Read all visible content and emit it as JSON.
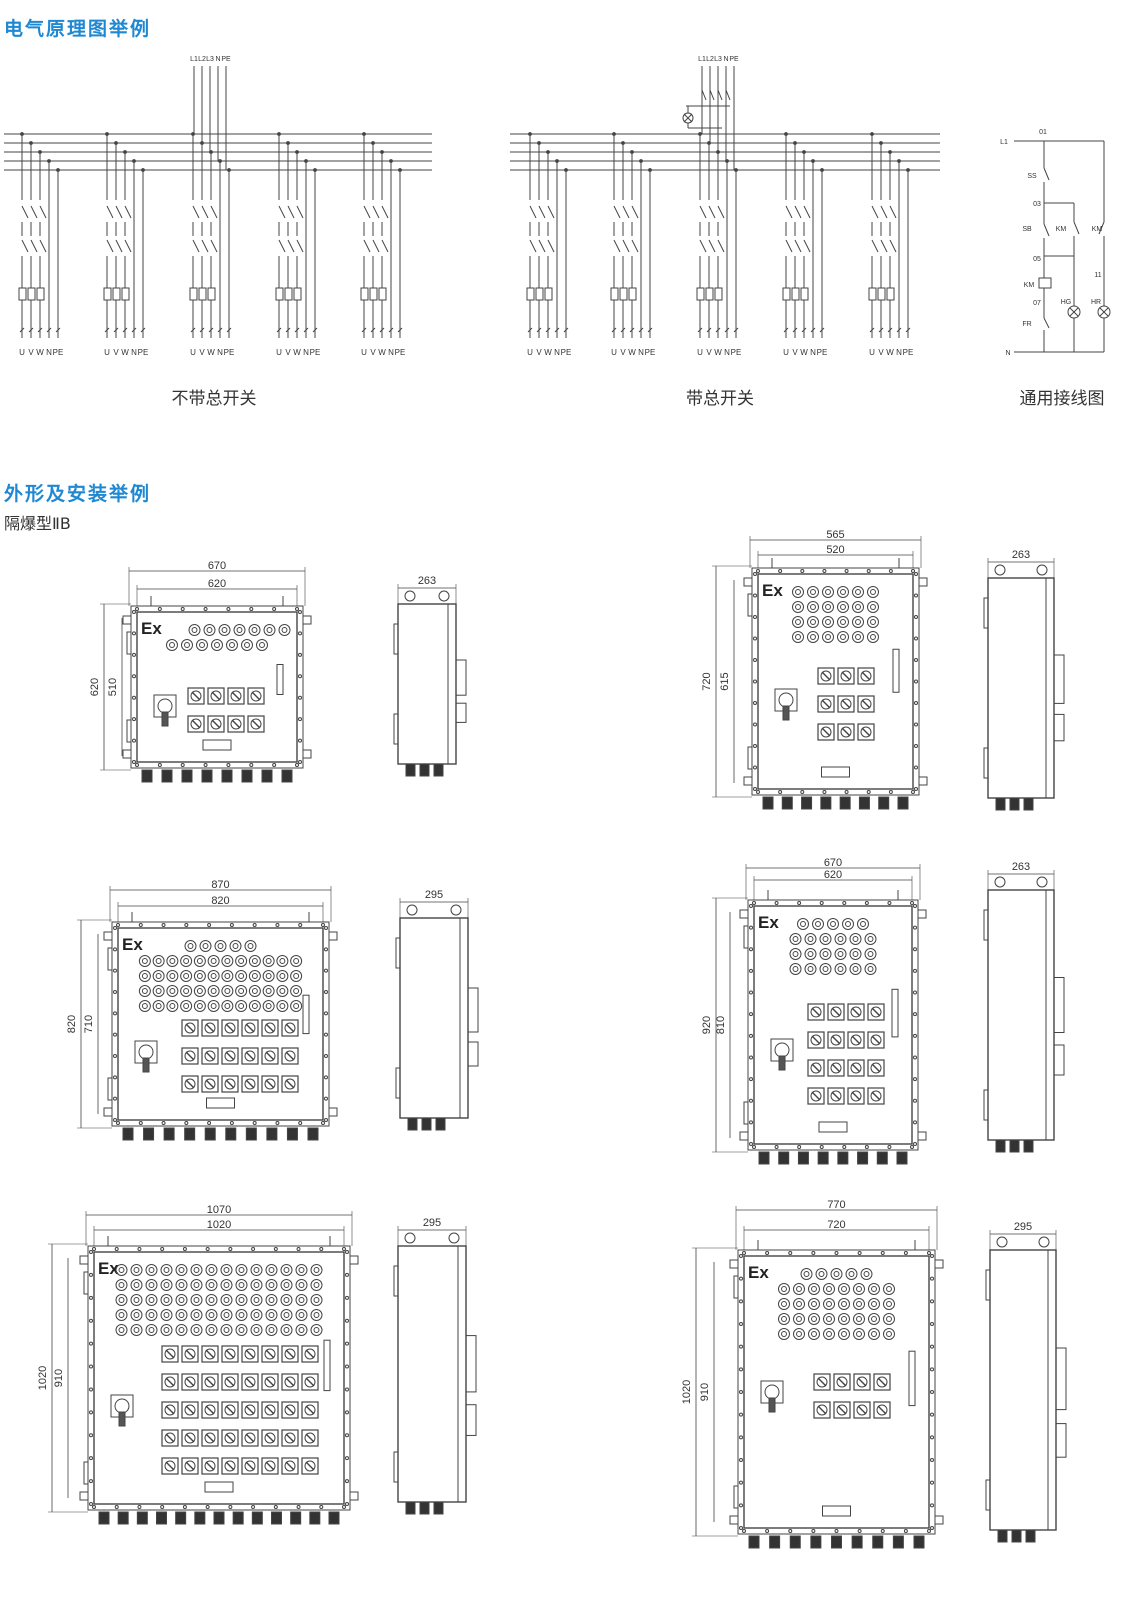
{
  "section1": {
    "title": "电气原理图举例",
    "captions": [
      "不带总开关",
      "带总开关",
      "通用接线图"
    ],
    "bus_labels": [
      "L1",
      "L2",
      "L3",
      "N",
      "PE"
    ],
    "outlet_labels": [
      "U",
      "V",
      "W",
      "N",
      "PE"
    ],
    "control": {
      "line": "L1",
      "neutral": "N",
      "nodes": [
        "01",
        "03",
        "05",
        "07",
        "11"
      ],
      "components": [
        "SS",
        "SB",
        "KM",
        "KM",
        "KM",
        "FR",
        "HG",
        "HR"
      ]
    }
  },
  "section2": {
    "title": "外形及安装举例",
    "subtitle": "隔爆型ⅡB",
    "ex_mark": "Ex",
    "enclosures": [
      {
        "w_outer": "670",
        "w_inner": "620",
        "h_outer": "620",
        "h_inner": "510",
        "depth": "263"
      },
      {
        "w_outer": "565",
        "w_inner": "520",
        "h_outer": "720",
        "h_inner": "615",
        "depth": "263"
      },
      {
        "w_outer": "870",
        "w_inner": "820",
        "h_outer": "820",
        "h_inner": "710",
        "depth": "295"
      },
      {
        "w_outer": "670",
        "w_inner": "620",
        "h_outer": "920",
        "h_inner": "810",
        "depth": "263"
      },
      {
        "w_outer": "1070",
        "w_inner": "1020",
        "h_outer": "1020",
        "h_inner": "910",
        "depth": "295"
      },
      {
        "w_outer": "770",
        "w_inner": "720",
        "h_outer": "1020",
        "h_inner": "910",
        "depth": "295"
      }
    ]
  }
}
